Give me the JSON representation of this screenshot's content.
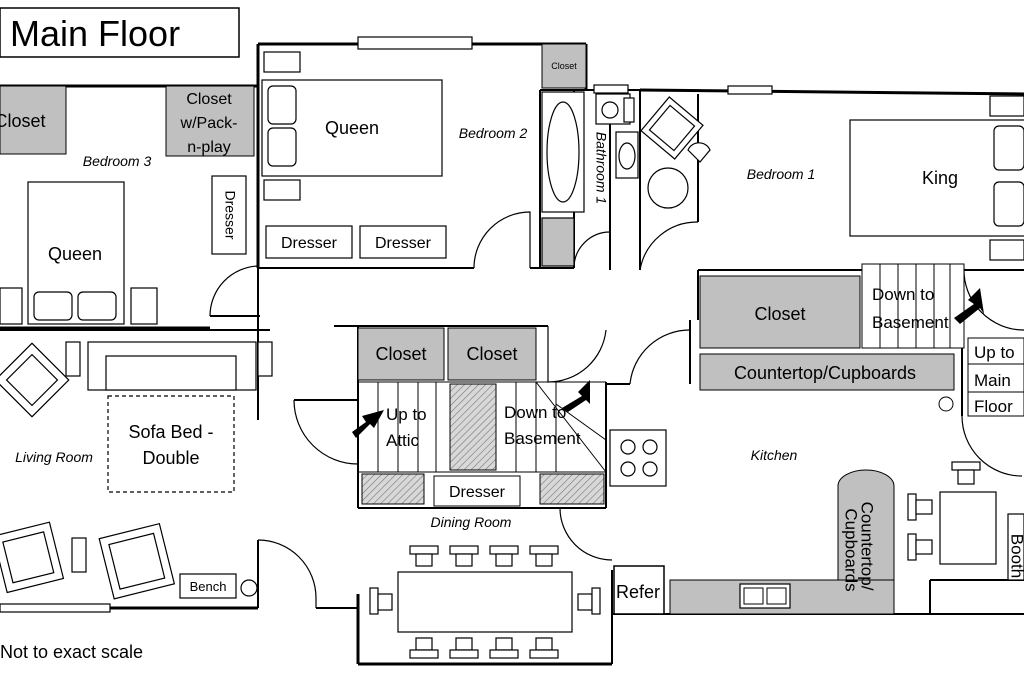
{
  "title": "Main Floor",
  "footnote": "Not to exact scale",
  "rooms": {
    "bedroom1": "Bedroom 1",
    "bedroom2": "Bedroom 2",
    "bedroom3": "Bedroom 3",
    "bathroom1": "Bathroom 1",
    "living_room": "Living Room",
    "dining_room": "Dining Room",
    "kitchen": "Kitchen"
  },
  "fixtures": {
    "closet": "Closet",
    "closet_small": "Closet",
    "closet_pack_l1": "Closet",
    "closet_pack_l2": "w/Pack-",
    "closet_pack_l3": "n-play",
    "queen": "Queen",
    "king": "King",
    "dresser": "Dresser",
    "sofa_bed_l1": "Sofa Bed -",
    "sofa_bed_l2": "Double",
    "bench": "Bench",
    "countertop_cupboards": "Countertop/Cupboards",
    "countertop_l1": "Countertop/",
    "countertop_l2": "Cupboards",
    "refer": "Refer",
    "booth": "Booth"
  },
  "stairs": {
    "up_to_attic_l1": "Up to",
    "up_to_attic_l2": "Attic",
    "down_to_basement_l1": "Down to",
    "down_to_basement_l2": "Basement",
    "up_to_main_l1": "Up to",
    "up_to_main_l2": "Main",
    "up_to_main_l3": "Floor"
  }
}
